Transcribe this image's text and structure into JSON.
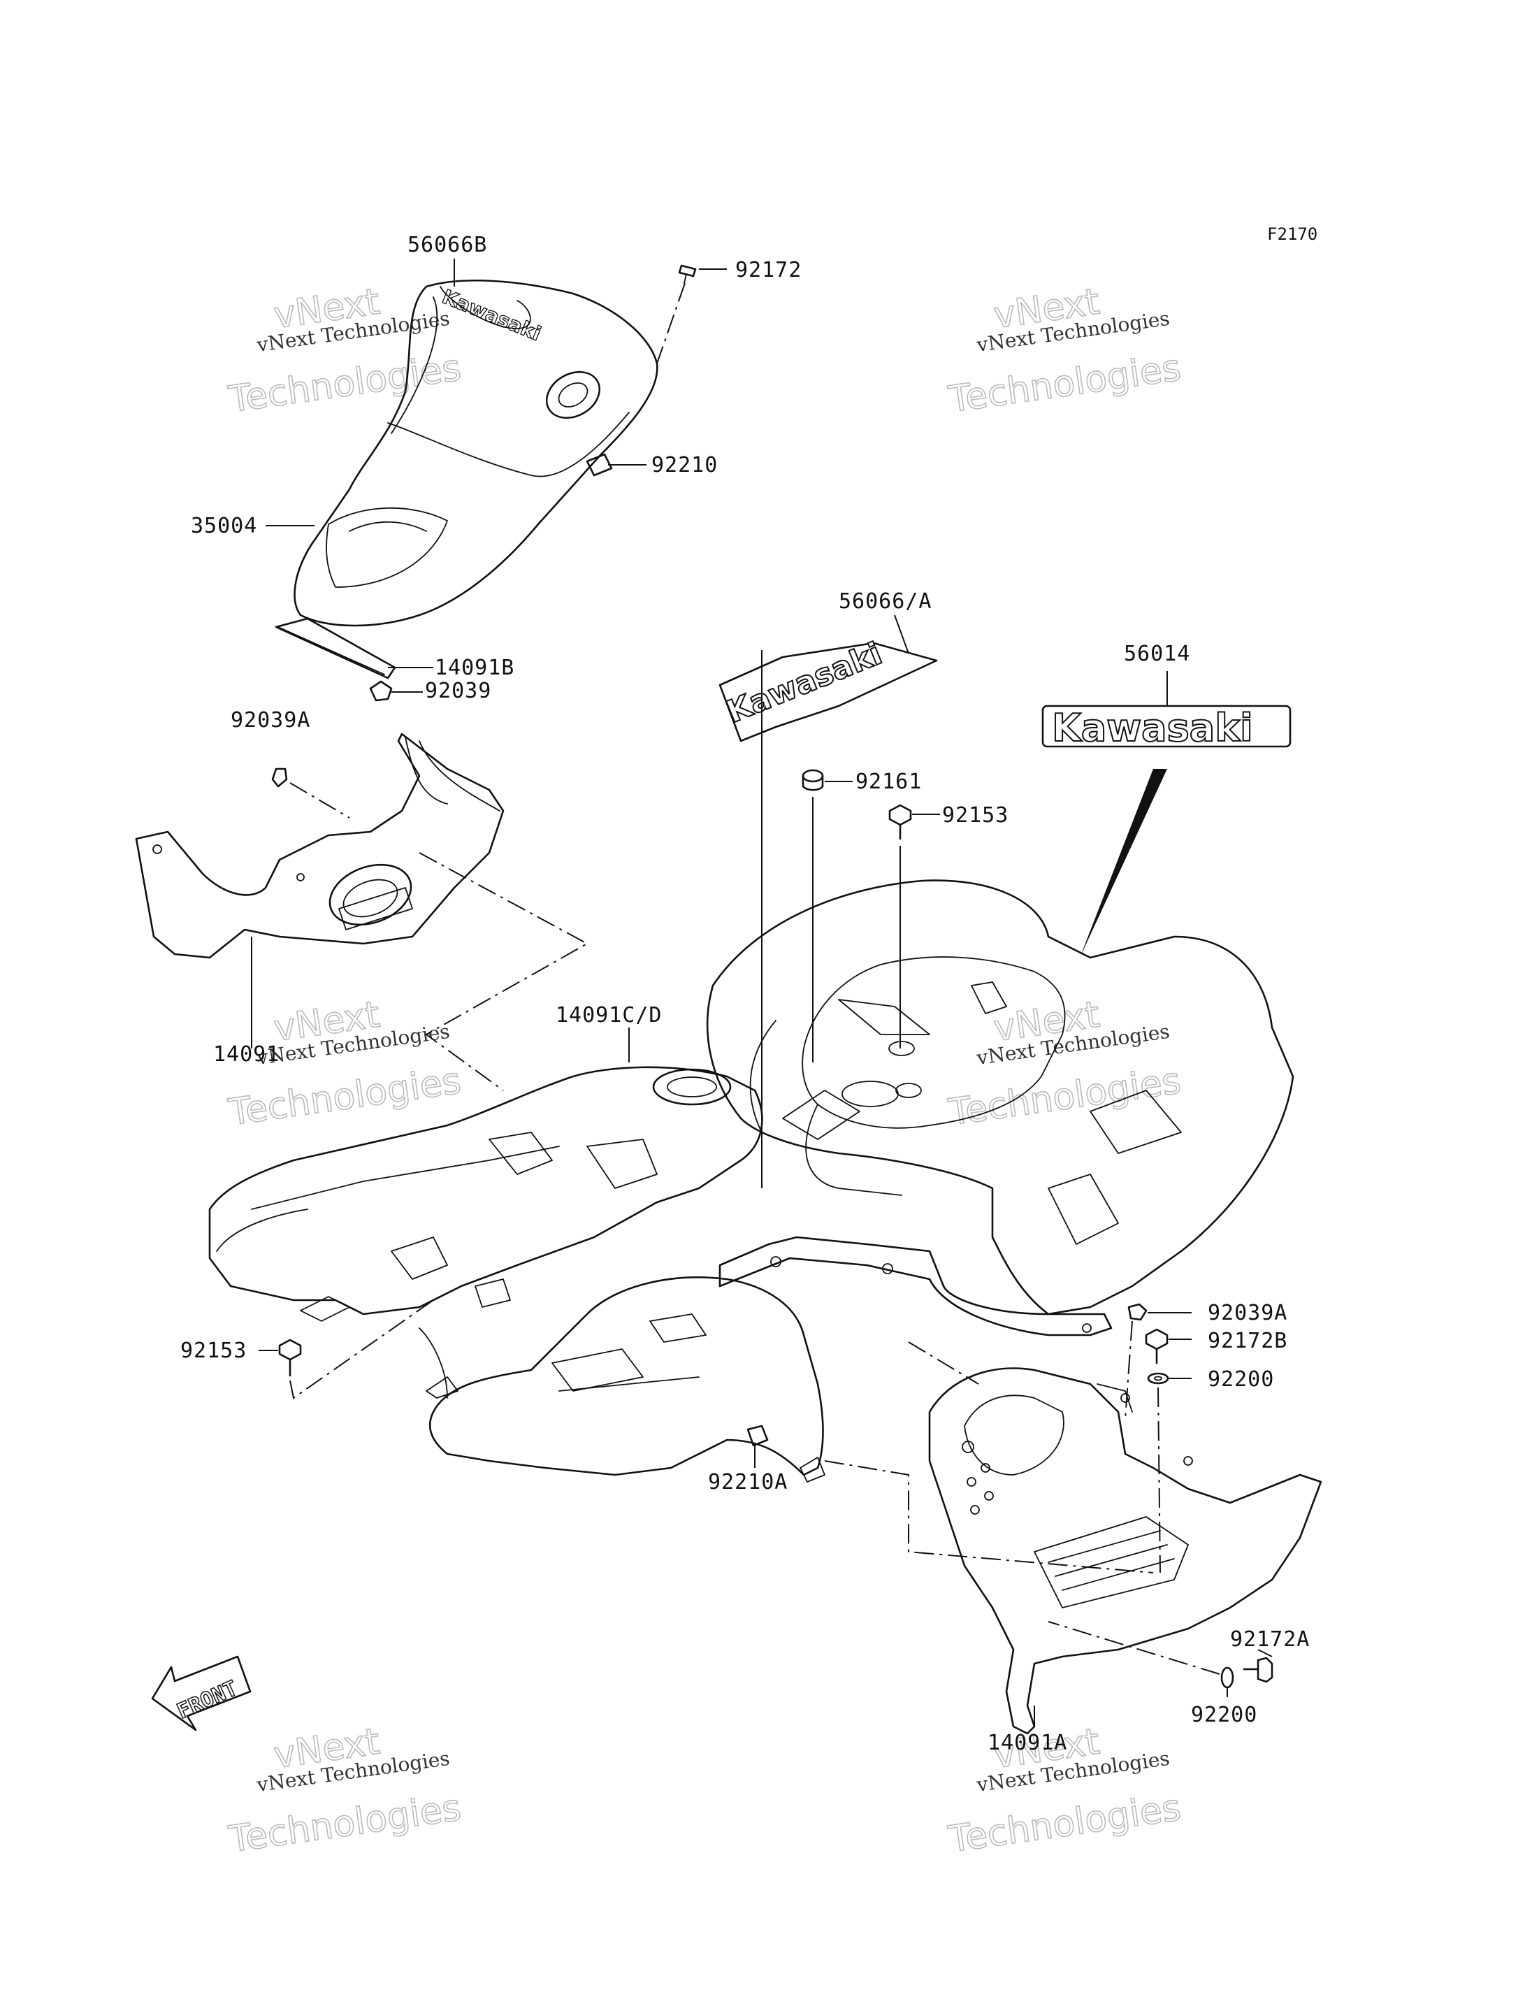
{
  "figure_code": "F2170",
  "watermark": {
    "line1": "vNext",
    "line2": "vNext Technologies",
    "line3": "Technologies"
  },
  "parts": [
    {
      "number": "56066B"
    },
    {
      "number": "92172"
    },
    {
      "number": "92210"
    },
    {
      "number": "35004"
    },
    {
      "number": "14091B"
    },
    {
      "number": "92039"
    },
    {
      "number": "92039A"
    },
    {
      "number": "56066/A"
    },
    {
      "number": "56014"
    },
    {
      "number": "92161"
    },
    {
      "number": "92153"
    },
    {
      "number": "14091C/D"
    },
    {
      "number": "14091"
    },
    {
      "number": "92153"
    },
    {
      "number": "92039A"
    },
    {
      "number": "92172B"
    },
    {
      "number": "92200"
    },
    {
      "number": "92210A"
    },
    {
      "number": "92172A"
    },
    {
      "number": "92200"
    },
    {
      "number": "14091A"
    }
  ],
  "decals": {
    "brand": "Kawasaki"
  },
  "front_arrow": "FRONT"
}
